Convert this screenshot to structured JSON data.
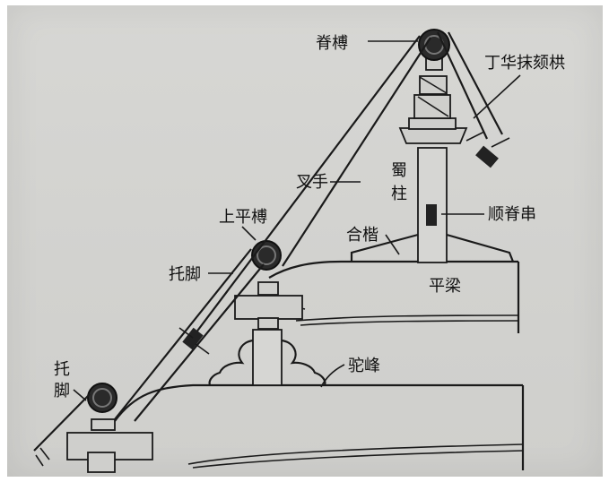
{
  "labels": {
    "ji_heng": "脊榑",
    "ding_hua": "丁华抹颏栱",
    "cha_shou": "叉手",
    "shu_zhu_1": "蜀",
    "shu_zhu_2": "柱",
    "shun_ji_chuan": "顺脊串",
    "he_ta": "合楷",
    "shang_ping_heng": "上平榑",
    "tuo_jiao_mid": "托脚",
    "ping_liang": "平梁",
    "tuo_feng": "驼峰",
    "tuo_jiao_low_1": "托",
    "tuo_jiao_low_2": "脚"
  },
  "colors": {
    "paper": "#d3d3d0",
    "ink": "#1a1a1a"
  }
}
